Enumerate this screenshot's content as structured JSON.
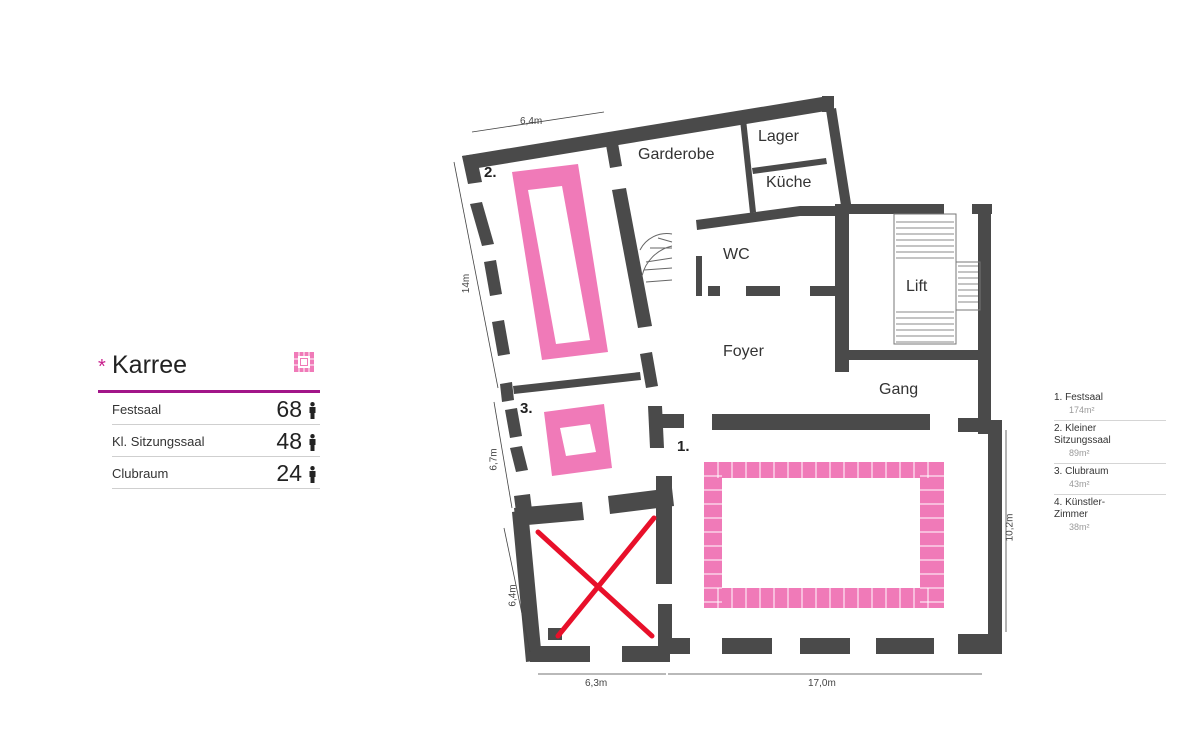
{
  "panel": {
    "star": "*",
    "title": "Karree",
    "icon": "karree-table-icon",
    "rows": [
      {
        "label": "Festsaal",
        "value": "68"
      },
      {
        "label": "Kl. Sitzungssaal",
        "value": "48"
      },
      {
        "label": "Clubraum",
        "value": "24"
      }
    ]
  },
  "plan": {
    "rooms": {
      "garderobe": "Garderobe",
      "lager": "Lager",
      "kueche": "Küche",
      "wc": "WC",
      "lift": "Lift",
      "foyer": "Foyer",
      "gang": "Gang"
    },
    "numbers": {
      "festsaal": "1.",
      "kleiner": "2.",
      "club": "3."
    },
    "dimensions": {
      "top": "6,4m",
      "left_long": "14m",
      "left_mid": "6,7m",
      "left_low": "6,4m",
      "bottom_left": "6,3m",
      "bottom_right": "17,0m",
      "right": "10,2m"
    }
  },
  "legend": [
    {
      "name": "1. Festsaal",
      "area": "174m²"
    },
    {
      "name": "2. Kleiner Sitzungssaal",
      "area": "89m²"
    },
    {
      "name": "3. Clubraum",
      "area": "43m²"
    },
    {
      "name": "4. Künstler-Zimmer",
      "area": "38m²"
    }
  ],
  "colors": {
    "wall": "#4a4a4a",
    "table": "#f07ab8",
    "accent": "#a21689",
    "cross": "#e8102a"
  }
}
